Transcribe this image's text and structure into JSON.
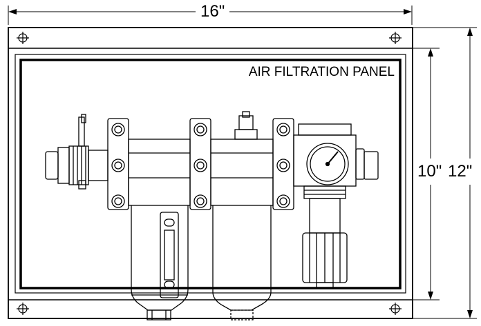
{
  "dimensions": {
    "width_label": "16\"",
    "inner_height_label": "10\"",
    "outer_height_label": "12\""
  },
  "panel": {
    "title": "AIR FILTRATION PANEL"
  },
  "icons": {
    "corner_mount": "crosshair-circle-icon",
    "gauge": "pressure-gauge-icon"
  },
  "colors": {
    "line": "#000000",
    "background": "#ffffff"
  }
}
